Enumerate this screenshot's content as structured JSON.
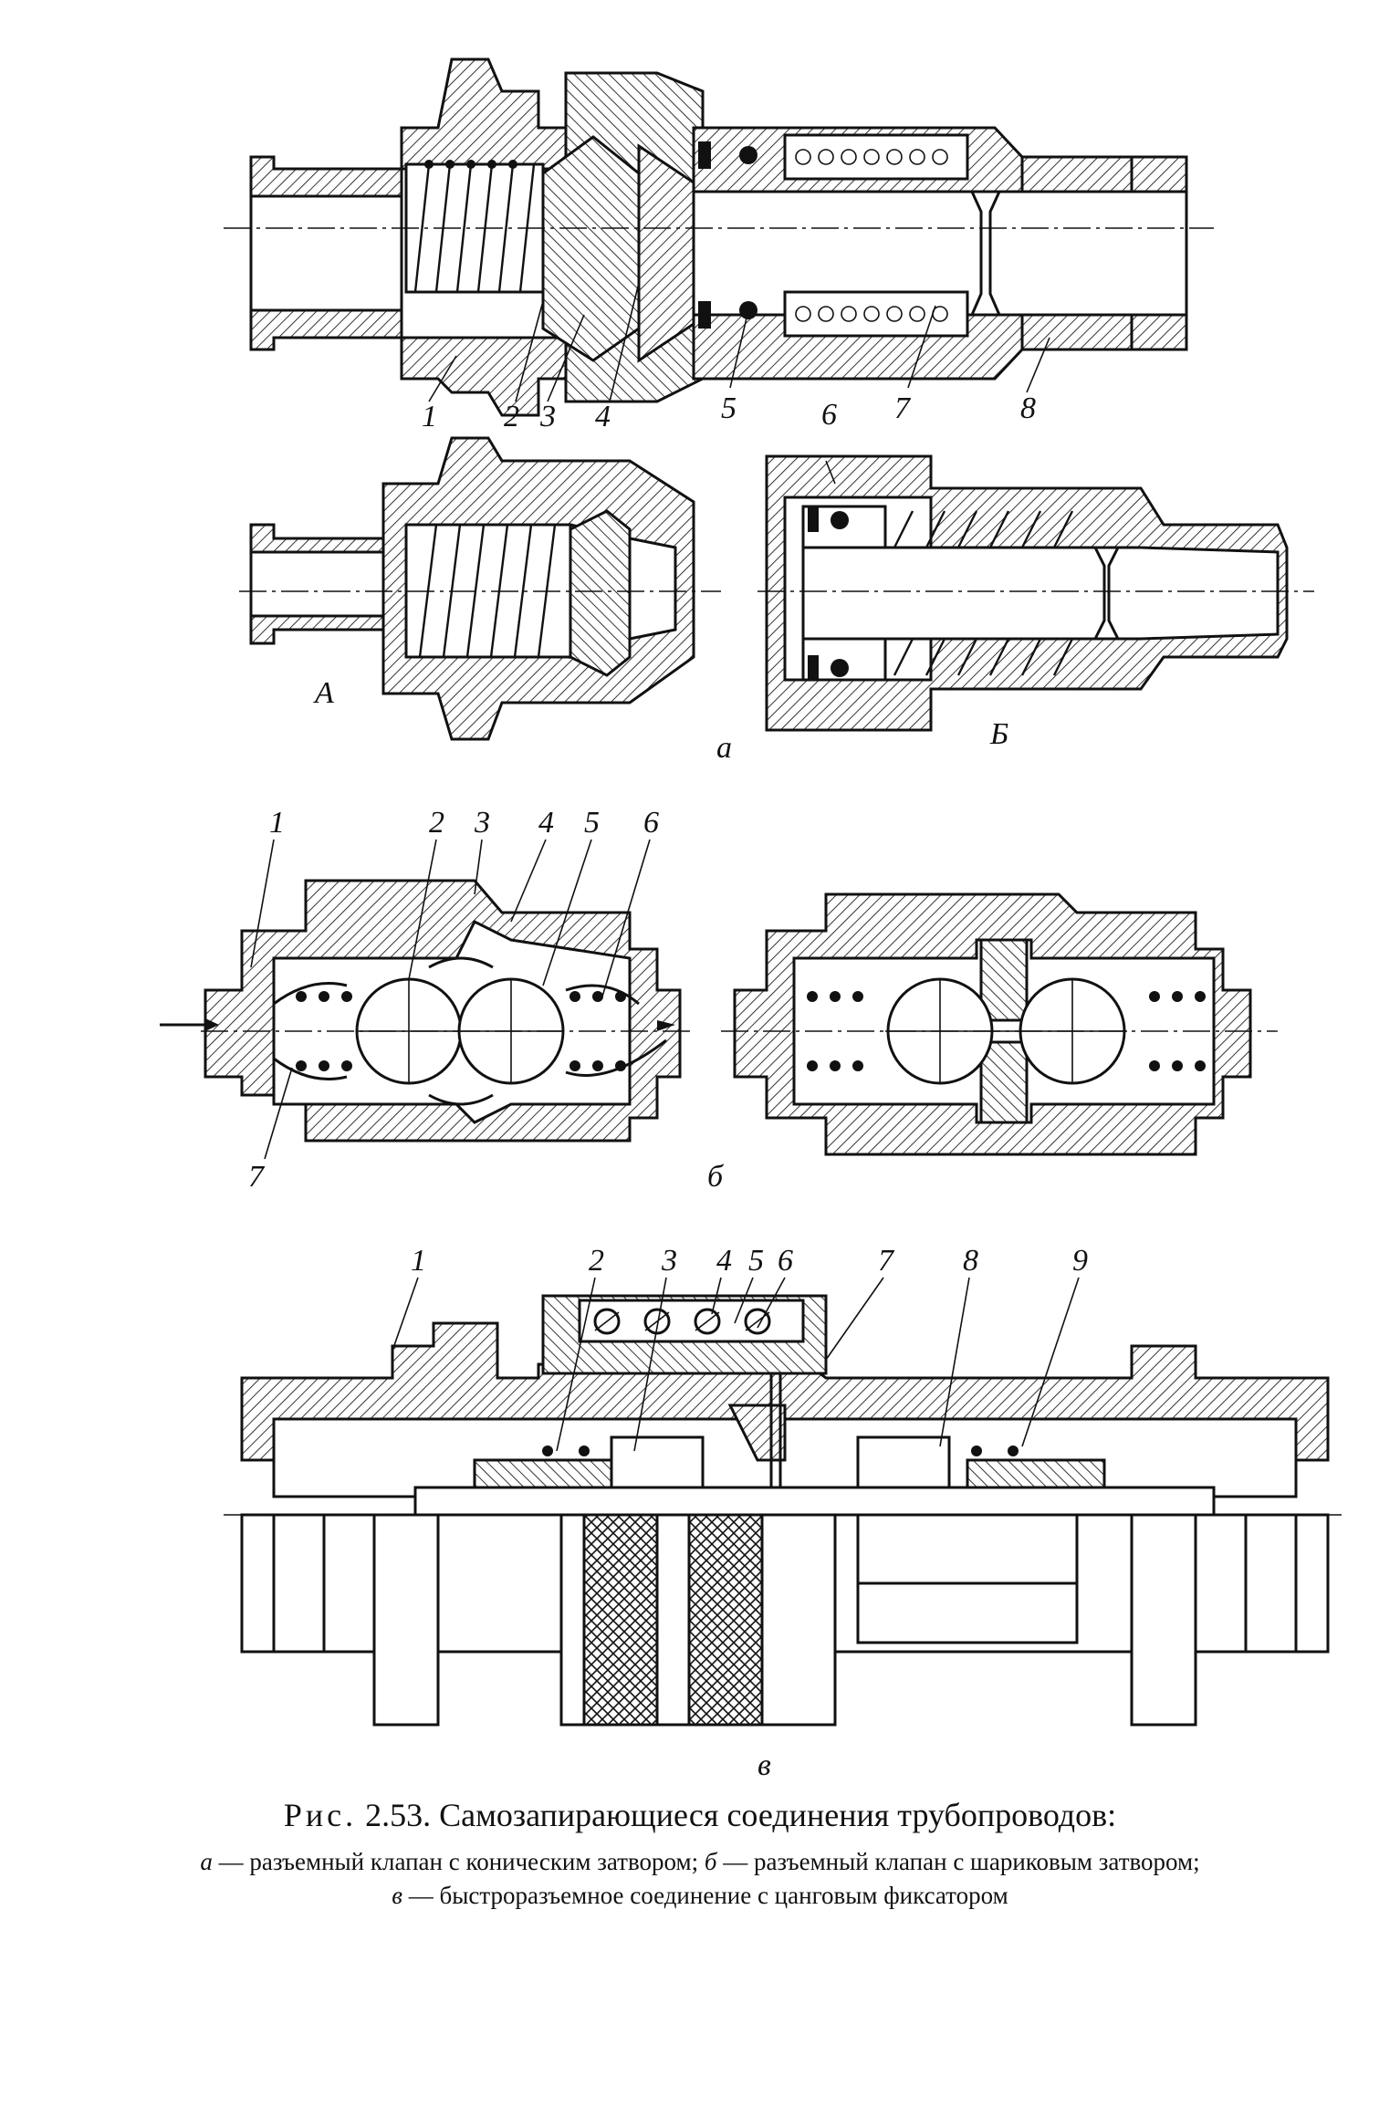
{
  "figure": {
    "panel_a": {
      "part_labels": [
        "1",
        "2",
        "3",
        "4",
        "5",
        "7",
        "8"
      ],
      "half_left_label": "А",
      "half_right_label": "Б",
      "half_right_part_label": "6",
      "panel_letter": "а"
    },
    "panel_b": {
      "part_labels": [
        "1",
        "2",
        "3",
        "4",
        "5",
        "6",
        "7"
      ],
      "panel_letter": "б"
    },
    "panel_c": {
      "part_labels": [
        "1",
        "2",
        "3",
        "4",
        "5",
        "6",
        "7",
        "8",
        "9"
      ],
      "panel_letter": "в"
    }
  },
  "caption": {
    "prefix": "Рис.",
    "title": "2.53. Самозапирающиеся соединения трубопроводов:",
    "line1": [
      {
        "letter": "а",
        "text": " — разъемный клапан с коническим затвором; "
      },
      {
        "letter": "б",
        "text": " — разъемный клапан с шариковым затвором;"
      }
    ],
    "line2": [
      {
        "letter": "в",
        "text": " — быстроразъемное соединение с цанговым фиксатором"
      }
    ]
  }
}
